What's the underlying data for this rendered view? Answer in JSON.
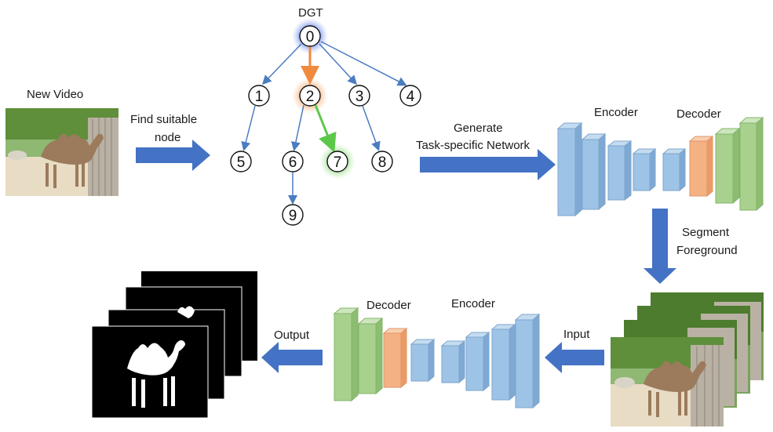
{
  "title": "DGT",
  "labels": {
    "new_video": "New Video",
    "find_suitable_node_1": "Find suitable",
    "find_suitable_node_2": "node",
    "generate_1": "Generate",
    "generate_2": "Task-specific Network",
    "top_encoder": "Encoder",
    "top_decoder": "Decoder",
    "segment_1": "Segment",
    "segment_2": "Foreground",
    "input": "Input",
    "bottom_decoder": "Decoder",
    "bottom_encoder": "Encoder",
    "output": "Output"
  },
  "tree": {
    "nodes": [
      "0",
      "1",
      "2",
      "3",
      "4",
      "5",
      "6",
      "7",
      "8",
      "9"
    ],
    "highlight": {
      "0": "#3b5bdb",
      "2": "#f08a3e",
      "7": "#5cc84a"
    }
  },
  "colors": {
    "arrow_blue": "#4472c4",
    "block_blue": "#9dc3e6",
    "block_orange": "#f4b183",
    "block_green": "#a9d18e",
    "edge_blue": "#4a7cc0",
    "edge_orange": "#f08a3e",
    "edge_green": "#5cc84a"
  }
}
